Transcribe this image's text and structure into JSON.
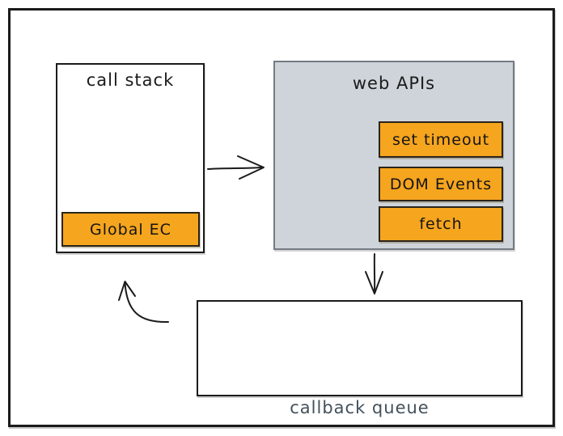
{
  "colors": {
    "accent-orange": "#f6a51e",
    "panel-gray": "#ced4da",
    "panel-border": "#757b84",
    "ink": "#1b1b1b",
    "label-gray": "#43505a"
  },
  "call_stack": {
    "title": "call stack",
    "items": [
      {
        "label": "Global EC"
      }
    ]
  },
  "web_apis": {
    "title": "web APIs",
    "items": [
      {
        "label": "set timeout"
      },
      {
        "label": "DOM Events"
      },
      {
        "label": "fetch"
      }
    ]
  },
  "callback_queue": {
    "title": "callback queue"
  }
}
